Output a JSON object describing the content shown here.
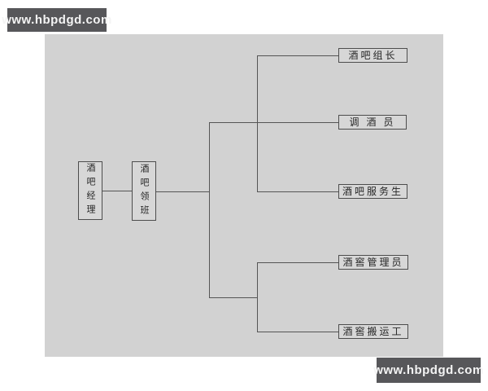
{
  "watermark": {
    "text": "www.hbpdgd.com"
  },
  "diagram": {
    "type": "org-chart",
    "nodes": {
      "manager": {
        "label": "酒吧经理",
        "orientation": "vertical"
      },
      "foreman": {
        "label": "酒吧领班",
        "orientation": "vertical"
      },
      "group_leader": {
        "label": "酒吧组长",
        "orientation": "horizontal"
      },
      "bartender": {
        "label": "调 酒 员",
        "orientation": "horizontal"
      },
      "waiter": {
        "label": "酒吧服务生",
        "orientation": "horizontal"
      },
      "cellar_keeper": {
        "label": "酒窖管理员",
        "orientation": "horizontal"
      },
      "cellar_porter": {
        "label": "酒窖搬运工",
        "orientation": "horizontal"
      }
    },
    "edges": [
      [
        "酒吧经理",
        "酒吧领班"
      ],
      [
        "酒吧领班",
        "酒吧组长"
      ],
      [
        "酒吧领班",
        "调 酒 员"
      ],
      [
        "酒吧领班",
        "酒吧服务生"
      ],
      [
        "酒吧领班",
        "酒窖管理员"
      ],
      [
        "酒吧领班",
        "酒窖搬运工"
      ]
    ],
    "colors": {
      "panel_bg": "#d2d2d2",
      "node_fill": "#d7d7d7",
      "node_border": "#4d4d4d",
      "line": "#555555",
      "text": "#262626",
      "watermark_bg": "#57575a",
      "watermark_text": "#f4f4f4",
      "page_bg": "#ffffff"
    }
  }
}
